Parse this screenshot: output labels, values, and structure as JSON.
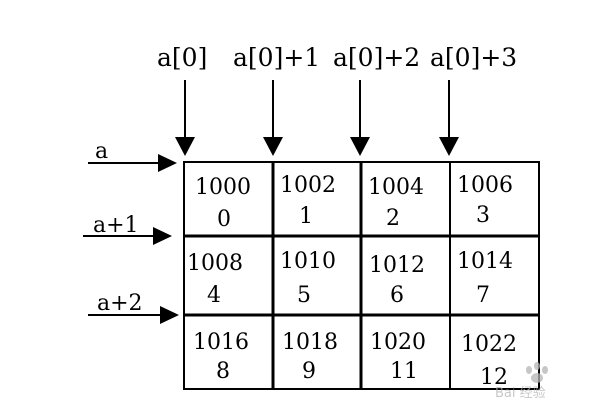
{
  "column_labels": [
    "a[0]",
    "a[0]+1",
    "a[0]+2",
    "a[0]+3"
  ],
  "row_labels": [
    "a",
    "a+1",
    "a+2"
  ],
  "cells": [
    [
      {
        "addr": "1000",
        "idx": "0"
      },
      {
        "addr": "1002",
        "idx": "1"
      },
      {
        "addr": "1004",
        "idx": "2"
      },
      {
        "addr": "1006",
        "idx": "3"
      }
    ],
    [
      {
        "addr": "1008",
        "idx": "4"
      },
      {
        "addr": "1010",
        "idx": "5"
      },
      {
        "addr": "1012",
        "idx": "6"
      },
      {
        "addr": "1014",
        "idx": "7"
      }
    ],
    [
      {
        "addr": "1016",
        "idx": "8"
      },
      {
        "addr": "1018",
        "idx": "9"
      },
      {
        "addr": "1020",
        "idx": "11"
      },
      {
        "addr": "1022",
        "idx": "12"
      }
    ]
  ],
  "watermark": {
    "text": "Bai 经验"
  },
  "colors": {
    "ink": "#000000",
    "background": "#ffffff",
    "watermark": "#b5b5b5"
  }
}
